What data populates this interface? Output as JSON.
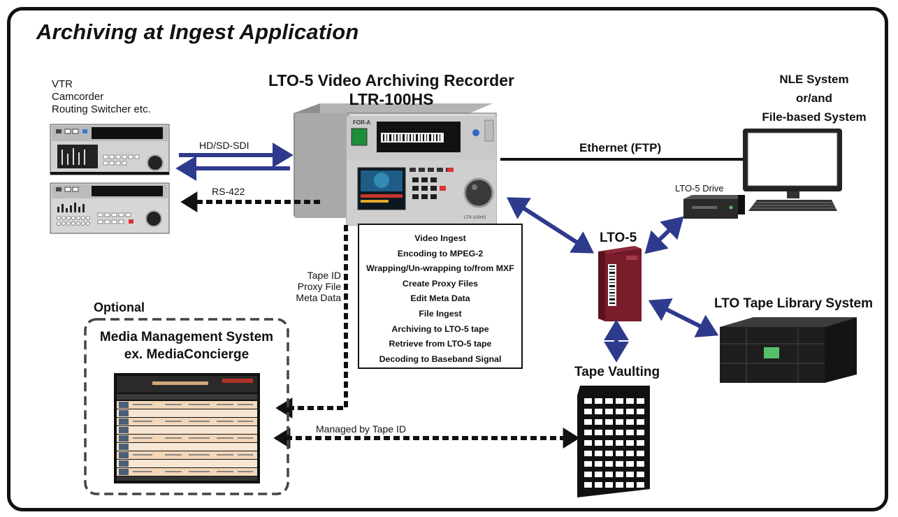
{
  "title": "Archiving at Ingest Application",
  "recorder": {
    "line1": "LTO-5 Video Archiving Recorder",
    "line2": "LTR-100HS"
  },
  "sources": {
    "line1": "VTR",
    "line2": "Camcorder",
    "line3": "Routing Switcher  etc."
  },
  "nle": {
    "line1": "NLE System",
    "line2": "or/and",
    "line3": "File-based System"
  },
  "connections": {
    "sdi": "HD/SD-SDI",
    "rs422": "RS-422",
    "ethernet": "Ethernet (FTP)",
    "metadata_line1": "Tape ID",
    "metadata_line2": "Proxy File",
    "metadata_line3": "Meta Data",
    "managed": "Managed by Tape ID"
  },
  "functions": [
    "Video Ingest",
    "Encoding to MPEG-2",
    "Wrapping/Un-wrapping to/from MXF",
    "Create Proxy Files",
    "Edit Meta Data",
    "File Ingest",
    "Archiving to LTO-5 tape",
    "Retrieve from LTO-5 tape",
    "Decoding to Baseband Signal"
  ],
  "lto_drive": "LTO-5 Drive",
  "lto5": "LTO-5",
  "tape_library": "LTO Tape Library System",
  "tape_vaulting": "Tape Vaulting",
  "optional": {
    "label": "Optional",
    "line1": "Media Management System",
    "line2": "ex. MediaConcierge"
  },
  "device_text": {
    "brand": "FOR-A",
    "model_small": "LTR-100HS"
  },
  "colors": {
    "arrow_blue": "#2e3a8c",
    "tape_maroon": "#7a1c2a",
    "library_body": "#1e1e1e",
    "library_light": "#55c06a"
  }
}
